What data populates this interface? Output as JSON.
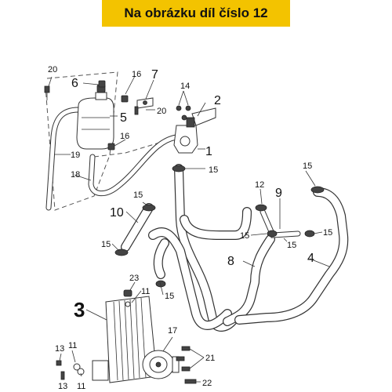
{
  "banner": {
    "text": "Na obrázku díl číslo 12",
    "color": "#f3c300"
  },
  "callouts": {
    "c1": "1",
    "c2": "2",
    "c3": "3",
    "c4": "4",
    "c5": "5",
    "c6": "6",
    "c7": "7",
    "c8": "8",
    "c9": "9",
    "c10": "10",
    "c11": "11",
    "c12": "12",
    "c13": "13",
    "c14": "14",
    "c15": "15",
    "c16": "16",
    "c17": "17",
    "c18": "18",
    "c19": "19",
    "c20": "20",
    "c21": "21",
    "c22": "22",
    "c23": "23"
  }
}
